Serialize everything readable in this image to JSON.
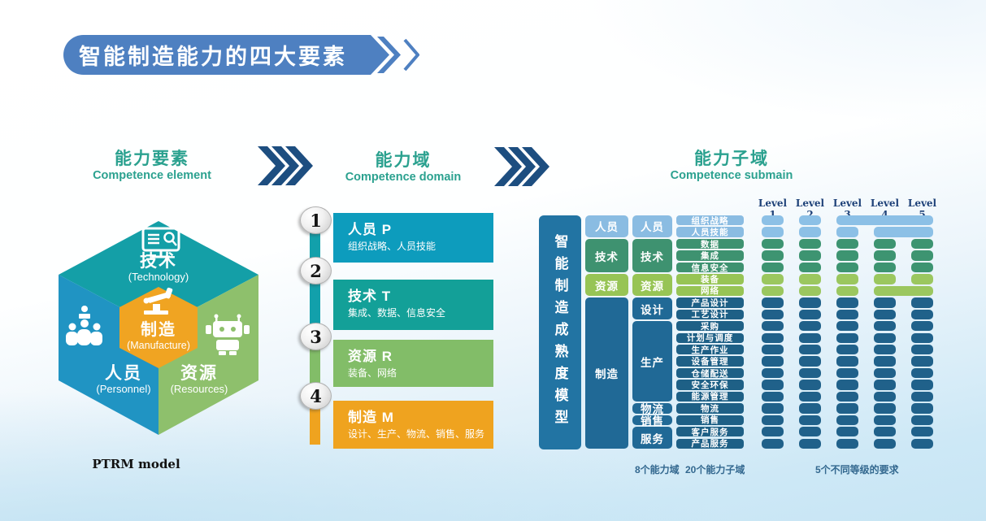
{
  "title": {
    "text": "智能制造能力的四大要素"
  },
  "flow": [
    {
      "zh": "能力要素",
      "en": "Competence element"
    },
    {
      "zh": "能力域",
      "en": "Competence domain"
    },
    {
      "zh": "能力子域",
      "en": "Competence submain"
    }
  ],
  "ptrm": {
    "label": "PTRM model",
    "faces": {
      "top": {
        "zh": "技术",
        "en": "(Technology)"
      },
      "left": {
        "zh": "人员",
        "en": "(Personnel)"
      },
      "right": {
        "zh": "资源",
        "en": "(Resources)"
      },
      "center": {
        "zh": "制造",
        "en": "(Manufacture)"
      }
    }
  },
  "domains": [
    {
      "num": "1",
      "title": "人员 P",
      "subtitle": "组织战略、人员技能"
    },
    {
      "num": "2",
      "title": "技术 T",
      "subtitle": "集成、数据、信息安全"
    },
    {
      "num": "3",
      "title": "资源 R",
      "subtitle": "装备、网络"
    },
    {
      "num": "4",
      "title": "制造 M",
      "subtitle": "设计、生产、物流、销售、服务"
    }
  ],
  "maturity": {
    "model_title": "智能制造成熟度模型",
    "level_headers": [
      "Level 1",
      "Level 2",
      "Level 3",
      "Level 4",
      "Level 5"
    ],
    "domain_groups": [
      {
        "label": "人员",
        "row": 0,
        "span": 2,
        "tone": "blue"
      },
      {
        "label": "技术",
        "row": 2,
        "span": 3,
        "tone": "green"
      },
      {
        "label": "资源",
        "row": 5,
        "span": 2,
        "tone": "lime"
      },
      {
        "label": "制造",
        "row": 7,
        "span": 13,
        "tone": "navy"
      }
    ],
    "subdomain_groups": [
      {
        "label": "人员",
        "row": 0,
        "span": 2,
        "tone": "blue"
      },
      {
        "label": "技术",
        "row": 2,
        "span": 3,
        "tone": "green"
      },
      {
        "label": "资源",
        "row": 5,
        "span": 2,
        "tone": "lime"
      },
      {
        "label": "设计",
        "row": 7,
        "span": 2,
        "tone": "navy"
      },
      {
        "label": "生产",
        "row": 9,
        "span": 7,
        "tone": "navy"
      },
      {
        "label": "物流",
        "row": 16,
        "span": 1,
        "tone": "navy"
      },
      {
        "label": "销售",
        "row": 17,
        "span": 1,
        "tone": "navy"
      },
      {
        "label": "服务",
        "row": 18,
        "span": 2,
        "tone": "navy"
      }
    ],
    "rows": [
      {
        "label": "组织战略",
        "tone": "blue",
        "spans": [
          [
            1,
            1
          ],
          [
            2,
            2
          ],
          [
            3,
            5
          ]
        ]
      },
      {
        "label": "人员技能",
        "tone": "blue",
        "spans": [
          [
            1,
            1
          ],
          [
            2,
            2
          ],
          [
            3,
            3
          ],
          [
            4,
            5
          ]
        ]
      },
      {
        "label": "数据",
        "tone": "green",
        "spans": [
          [
            1,
            1
          ],
          [
            2,
            2
          ],
          [
            3,
            3
          ],
          [
            4,
            4
          ],
          [
            5,
            5
          ]
        ]
      },
      {
        "label": "集成",
        "tone": "green",
        "spans": [
          [
            1,
            1
          ],
          [
            2,
            2
          ],
          [
            3,
            3
          ],
          [
            4,
            4
          ],
          [
            5,
            5
          ]
        ]
      },
      {
        "label": "信息安全",
        "tone": "green",
        "spans": [
          [
            1,
            1
          ],
          [
            2,
            2
          ],
          [
            3,
            3
          ],
          [
            4,
            4
          ],
          [
            5,
            5
          ]
        ]
      },
      {
        "label": "装备",
        "tone": "lime",
        "spans": [
          [
            1,
            1
          ],
          [
            2,
            2
          ],
          [
            3,
            3
          ],
          [
            4,
            4
          ],
          [
            5,
            5
          ]
        ]
      },
      {
        "label": "网络",
        "tone": "lime",
        "spans": [
          [
            1,
            1
          ],
          [
            2,
            2
          ],
          [
            3,
            3
          ],
          [
            4,
            5
          ]
        ]
      },
      {
        "label": "产品设计",
        "tone": "navy",
        "spans": [
          [
            1,
            1
          ],
          [
            2,
            2
          ],
          [
            3,
            3
          ],
          [
            4,
            4
          ],
          [
            5,
            5
          ]
        ]
      },
      {
        "label": "工艺设计",
        "tone": "navy",
        "spans": [
          [
            1,
            1
          ],
          [
            2,
            2
          ],
          [
            3,
            3
          ],
          [
            4,
            4
          ],
          [
            5,
            5
          ]
        ]
      },
      {
        "label": "采购",
        "tone": "navy",
        "spans": [
          [
            1,
            1
          ],
          [
            2,
            2
          ],
          [
            3,
            3
          ],
          [
            4,
            4
          ],
          [
            5,
            5
          ]
        ]
      },
      {
        "label": "计划与调度",
        "tone": "navy",
        "spans": [
          [
            1,
            1
          ],
          [
            2,
            2
          ],
          [
            3,
            3
          ],
          [
            4,
            4
          ],
          [
            5,
            5
          ]
        ]
      },
      {
        "label": "生产作业",
        "tone": "navy",
        "spans": [
          [
            1,
            1
          ],
          [
            2,
            2
          ],
          [
            3,
            3
          ],
          [
            4,
            4
          ],
          [
            5,
            5
          ]
        ]
      },
      {
        "label": "设备管理",
        "tone": "navy",
        "spans": [
          [
            1,
            1
          ],
          [
            2,
            2
          ],
          [
            3,
            3
          ],
          [
            4,
            4
          ],
          [
            5,
            5
          ]
        ]
      },
      {
        "label": "仓储配送",
        "tone": "navy",
        "spans": [
          [
            1,
            1
          ],
          [
            2,
            2
          ],
          [
            3,
            3
          ],
          [
            4,
            4
          ],
          [
            5,
            5
          ]
        ]
      },
      {
        "label": "安全环保",
        "tone": "navy",
        "spans": [
          [
            1,
            1
          ],
          [
            2,
            2
          ],
          [
            3,
            3
          ],
          [
            4,
            4
          ],
          [
            5,
            5
          ]
        ]
      },
      {
        "label": "能源管理",
        "tone": "navy",
        "spans": [
          [
            1,
            1
          ],
          [
            2,
            2
          ],
          [
            3,
            3
          ],
          [
            4,
            4
          ],
          [
            5,
            5
          ]
        ]
      },
      {
        "label": "物流",
        "tone": "navy",
        "spans": [
          [
            1,
            1
          ],
          [
            2,
            2
          ],
          [
            3,
            3
          ],
          [
            4,
            4
          ],
          [
            5,
            5
          ]
        ]
      },
      {
        "label": "销售",
        "tone": "navy",
        "spans": [
          [
            1,
            1
          ],
          [
            2,
            2
          ],
          [
            3,
            3
          ],
          [
            4,
            4
          ],
          [
            5,
            5
          ]
        ]
      },
      {
        "label": "客户服务",
        "tone": "navy",
        "spans": [
          [
            1,
            1
          ],
          [
            2,
            2
          ],
          [
            3,
            3
          ],
          [
            4,
            4
          ],
          [
            5,
            5
          ]
        ]
      },
      {
        "label": "产品服务",
        "tone": "navy",
        "spans": [
          [
            1,
            1
          ],
          [
            2,
            2
          ],
          [
            3,
            3
          ],
          [
            4,
            4
          ],
          [
            5,
            5
          ]
        ]
      }
    ],
    "footnotes": [
      "8个能力域",
      "20个能力子域",
      "5个不同等级的要求"
    ]
  },
  "colors": {
    "banner_blue": "#4e80c1",
    "header_green": "#2ba18f",
    "chevron_navy": "#1d4e80",
    "domain_box_1": "#0d9cbd",
    "domain_box_2": "#13a098",
    "domain_box_3": "#82bd68",
    "domain_box_4": "#efa31f",
    "hex_top": "#149fa7",
    "hex_left": "#2094c3",
    "hex_right": "#8ec06c",
    "hex_center": "#f0a422",
    "cell_blue": "#8cc0e6",
    "cell_green": "#3d9471",
    "cell_lime": "#9bc75f",
    "cell_navy": "#20618a",
    "model_bar": "#2274a3"
  }
}
